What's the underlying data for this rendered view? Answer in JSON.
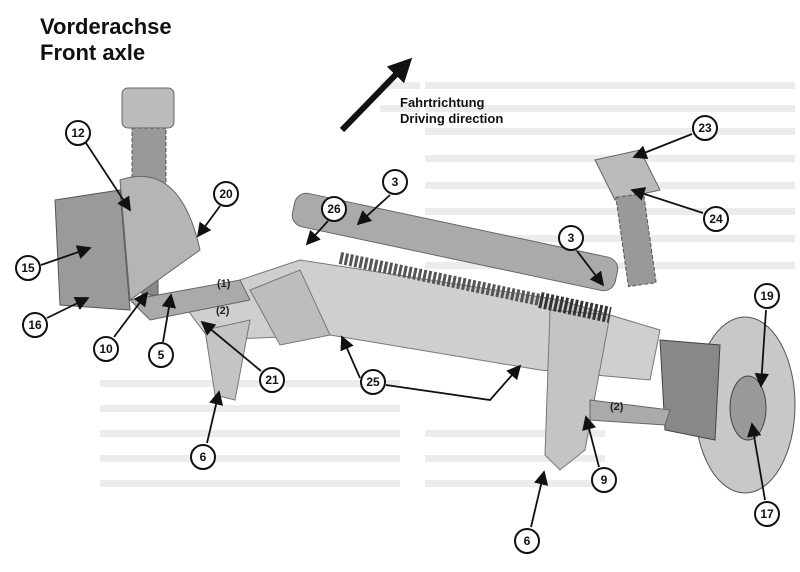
{
  "title": {
    "line1": "Vorderachse",
    "line2": "Front axle"
  },
  "direction": {
    "line1": "Fahrtrichtung",
    "line2": "Driving direction"
  },
  "callouts": [
    {
      "label": "12"
    },
    {
      "label": "20"
    },
    {
      "label": "15"
    },
    {
      "label": "16"
    },
    {
      "label": "10"
    },
    {
      "label": "5"
    },
    {
      "label": "21"
    },
    {
      "label": "26"
    },
    {
      "label": "3"
    },
    {
      "label": "3"
    },
    {
      "label": "23"
    },
    {
      "label": "24"
    },
    {
      "label": "19"
    },
    {
      "label": "17"
    },
    {
      "label": "25"
    },
    {
      "label": "6"
    },
    {
      "label": "6"
    },
    {
      "label": "9"
    }
  ],
  "position_labels": [
    {
      "label": "(1)"
    },
    {
      "label": "(2)"
    },
    {
      "label": "(2)"
    }
  ]
}
